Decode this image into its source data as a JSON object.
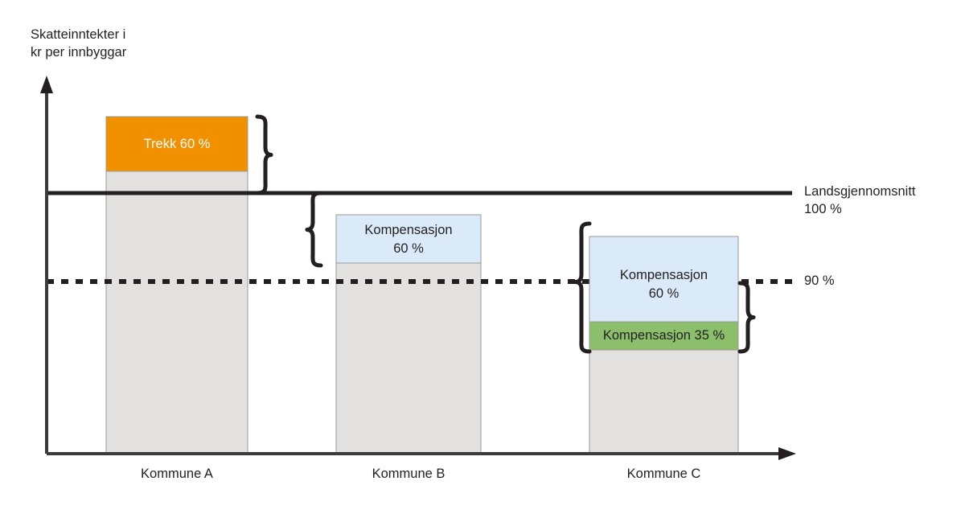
{
  "figure": {
    "yaxis_title": "Skatteinntekter i\nkr per innbyggar",
    "background": "#ffffff",
    "ink": "#231f20"
  },
  "chart_data": {
    "type": "bar",
    "title": "",
    "ylabel": "Skatteinntekter i kr per innbyggar",
    "xlabel": "",
    "grid": false,
    "legend_position": "none",
    "categories": [
      "Kommune A",
      "Kommune B",
      "Kommune C"
    ],
    "reference_lines": [
      {
        "name": "landsgjennomsnitt",
        "label": "Landsgjennomsnitt\n100 %",
        "value": 100,
        "style": "solid"
      },
      {
        "name": "nitti-prosent",
        "label": "90 %",
        "value": 90,
        "style": "dotted"
      }
    ],
    "series": [
      {
        "name": "Kommune A",
        "base_value": 100,
        "segments": [
          {
            "name": "trekk",
            "label": "Trekk 60 %",
            "value": 60,
            "color": "#f19100",
            "text_color": "#ffffff"
          },
          {
            "name": "eigne-skatteinntekter",
            "label": "",
            "value": 100,
            "color": "#e2e1df",
            "text_color": "#231f20"
          }
        ]
      },
      {
        "name": "Kommune B",
        "base_value": 90,
        "segments": [
          {
            "name": "kompensasjon-60",
            "label": "Kompensasjon\n60 %",
            "value": 60,
            "color": "#daeaf8",
            "text_color": "#231f20"
          },
          {
            "name": "eigne-skatteinntekter",
            "label": "",
            "value": 90,
            "color": "#e2e1df",
            "text_color": "#231f20"
          }
        ]
      },
      {
        "name": "Kommune C",
        "base_value": 90,
        "segments": [
          {
            "name": "kompensasjon-60",
            "label": "Kompensasjon\n60 %",
            "value": 60,
            "color": "#daeaf8",
            "text_color": "#231f20"
          },
          {
            "name": "kompensasjon-35",
            "label": "Kompensasjon 35 %",
            "value": 35,
            "color": "#8cbf6b",
            "text_color": "#231f20"
          },
          {
            "name": "eigne-skatteinntekter",
            "label": "",
            "value": 90,
            "color": "#e2e1df",
            "text_color": "#231f20"
          }
        ]
      }
    ],
    "braces": [
      {
        "name": "brace-trekk-kommune-a",
        "direction": "right",
        "annotates": "Trekk 60 %"
      },
      {
        "name": "brace-kompensasjon-kommune-b",
        "direction": "left",
        "annotates": "Kompensasjon 60 %"
      },
      {
        "name": "brace-kompensasjon-kommune-c-left",
        "direction": "left",
        "annotates": "Kompensasjon 60 %"
      },
      {
        "name": "brace-kompensasjon-kommune-c-right",
        "direction": "right",
        "annotates": "Kompensasjon 35 %"
      }
    ],
    "colors": {
      "trekk": "#f19100",
      "kompensasjon_60": "#daeaf8",
      "kompensasjon_35": "#8cbf6b",
      "eigne_inntekter": "#e2e1df",
      "line": "#231f20"
    }
  },
  "labels": {
    "kommune_a": "Kommune A",
    "kommune_b": "Kommune B",
    "kommune_c": "Kommune C",
    "trekk_a": "Trekk 60 %",
    "komp_b": "Kompensasjon\n60 %",
    "komp_c_blue": "Kompensasjon\n60 %",
    "komp_c_green": "Kompensasjon 35 %",
    "landsgjennomsnitt": "Landsgjennomsnitt\n100 %",
    "nitti": "90 %"
  }
}
